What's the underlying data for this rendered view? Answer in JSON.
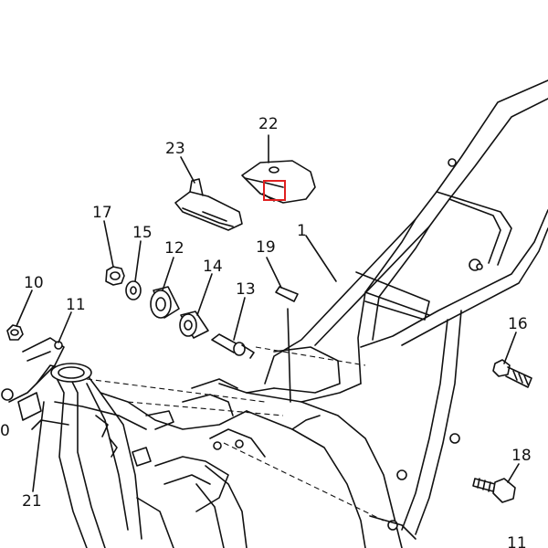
{
  "labels": {
    "p22": "22",
    "p23": "23",
    "p17": "17",
    "p15": "15",
    "p12": "12",
    "p14": "14",
    "p19": "19",
    "p1": "1",
    "p10": "10",
    "p11": "11",
    "p13": "13",
    "p16": "16",
    "p18": "18",
    "p21": "21",
    "p0": "0",
    "p11b": "11"
  },
  "highlight_color": "#e02020"
}
